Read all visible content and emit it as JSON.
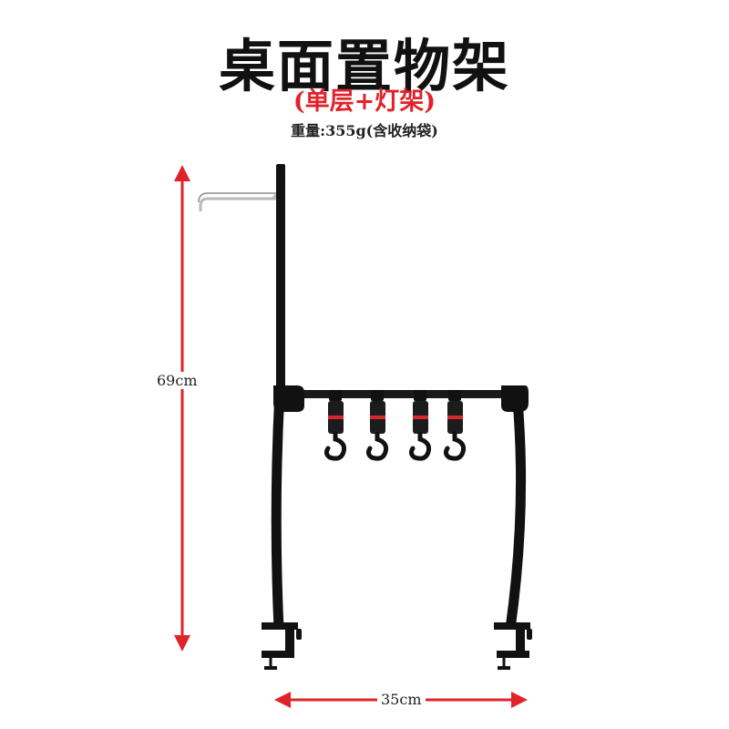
{
  "title": "桌面置物架",
  "subtitle": "(单层+灯架)",
  "weight": "重量:355g(含收纳袋)",
  "dimensions": {
    "height_label": "69cm",
    "width_label": "35cm"
  },
  "colors": {
    "accent_red": "#e0232b",
    "frame_black": "#111111",
    "hook_metal": "#b8b8b8",
    "strap_red": "#d8262c"
  },
  "hooks_count": 4
}
